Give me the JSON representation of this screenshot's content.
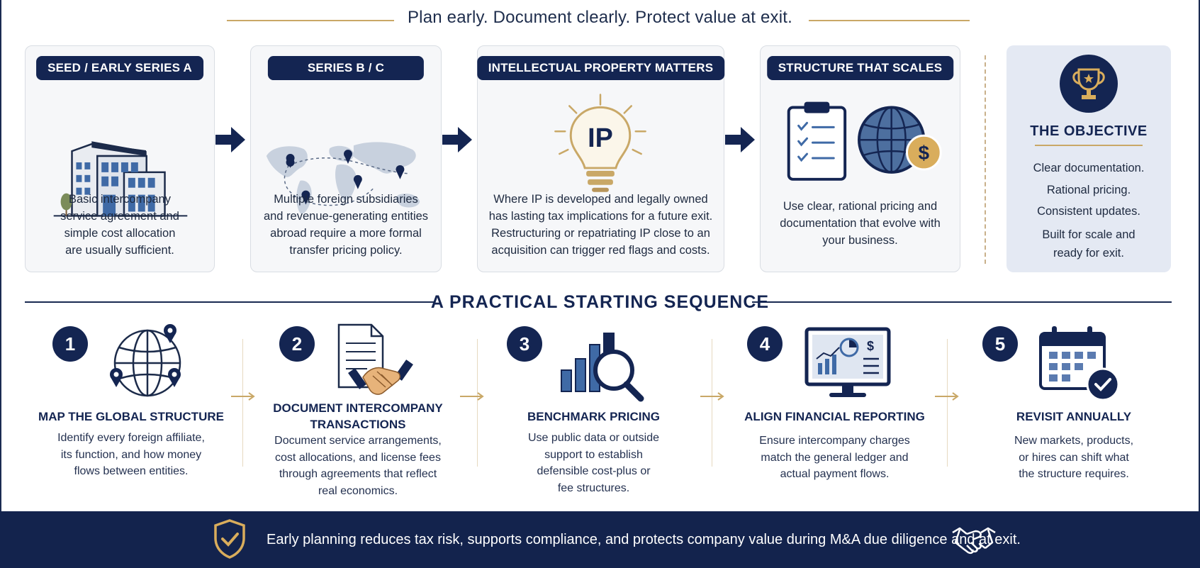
{
  "header": {
    "tagline": "Plan early. Document clearly. Protect value at exit."
  },
  "colors": {
    "navy": "#142552",
    "gold": "#c9a867",
    "card": "#f6f7f9",
    "objective_bg": "#e4e9f3"
  },
  "stages": [
    {
      "label": "SEED / EARLY SERIES A",
      "icon": "office-building-icon",
      "lines": [
        "Basic intercompany",
        "service agreement and",
        "simple cost allocation",
        "are usually sufficient."
      ]
    },
    {
      "label": "SERIES B / C",
      "icon": "world-map-icon",
      "lines": [
        "Multiple foreign subsidiaries",
        "and revenue-generating entities",
        "abroad require a more formal",
        "transfer pricing policy."
      ]
    },
    {
      "label": "INTELLECTUAL PROPERTY MATTERS",
      "icon": "ip-lightbulb-icon",
      "lines": [
        "Where IP is developed and legally owned",
        "has lasting tax implications for a future exit.",
        "Restructuring or repatriating IP close to an",
        "acquisition can trigger red flags and costs."
      ]
    },
    {
      "label": "STRUCTURE THAT SCALES",
      "icon": "clipboard-globe-dollar-icon",
      "lines": [
        "Use clear, rational pricing and",
        "documentation that evolve with",
        "your business."
      ]
    }
  ],
  "ip_icon_text": "IP",
  "dollar_symbol": "$",
  "objective": {
    "title": "THE OBJECTIVE",
    "icon": "trophy-icon",
    "items": [
      "Clear documentation.",
      "Rational pricing.",
      "Consistent updates.",
      "Built for scale and",
      "ready for exit."
    ]
  },
  "sequence": {
    "title": "A PRACTICAL STARTING SEQUENCE",
    "steps": [
      {
        "number": "1",
        "icon": "globe-pins-icon",
        "title_lines": [
          "MAP THE GLOBAL STRUCTURE"
        ],
        "lines": [
          "Identify every foreign affiliate,",
          "its function, and how money",
          "flows between entities."
        ]
      },
      {
        "number": "2",
        "icon": "document-handshake-icon",
        "title_lines": [
          "DOCUMENT INTERCOMPANY",
          "TRANSACTIONS"
        ],
        "lines": [
          "Document service arrangements,",
          "cost allocations, and license fees",
          "through agreements that reflect",
          "real economics."
        ]
      },
      {
        "number": "3",
        "icon": "bar-chart-magnifier-icon",
        "title_lines": [
          "BENCHMARK PRICING"
        ],
        "lines": [
          "Use public data or outside",
          "support to establish",
          "defensible cost-plus or",
          "fee structures."
        ]
      },
      {
        "number": "4",
        "icon": "monitor-financials-icon",
        "title_lines": [
          "ALIGN FINANCIAL REPORTING"
        ],
        "lines": [
          "Ensure intercompany charges",
          "match the general ledger and",
          "actual payment flows."
        ]
      },
      {
        "number": "5",
        "icon": "calendar-check-icon",
        "title_lines": [
          "REVISIT ANNUALLY"
        ],
        "lines": [
          "New markets, products,",
          "or hires can shift what",
          "the structure requires."
        ]
      }
    ]
  },
  "footer": {
    "text": "Early planning reduces tax risk, supports compliance, and protects company value during M&A due diligence and at exit.",
    "left_icon": "shield-check-icon",
    "right_icon": "handshake-icon"
  }
}
